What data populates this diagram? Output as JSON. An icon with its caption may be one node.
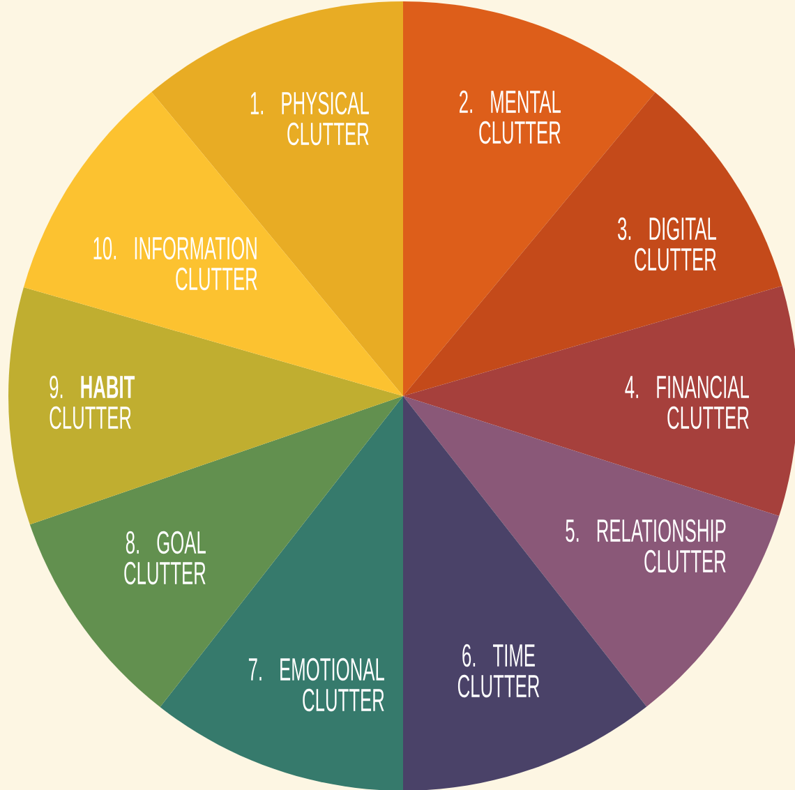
{
  "diagram": {
    "nodes": [
      {
        "text": [
          "1. PHYSICAL CLUTTER"
        ]
      },
      {
        "text": [
          "2. MENTAL CLUTTER"
        ]
      },
      {
        "text": [
          "3. DIGITAL CLUTTER"
        ]
      },
      {
        "text": [
          "4. FINANCIAL CLUTTER"
        ]
      },
      {
        "text": [
          "5. RELATIONSHIP CLUTTER"
        ]
      },
      {
        "text": [
          "6. TIME CLUTTER"
        ]
      },
      {
        "text": [
          "7. EMOTIONAL CLUTTER"
        ]
      },
      {
        "text": [
          "8. GOAL CLUTTER"
        ]
      },
      {
        "text": [
          "9. **HABIT** CLUTTER"
        ]
      },
      {
        "text": [
          "10. INFORMATION CLUTTER"
        ]
      }
    ]
  }
}
